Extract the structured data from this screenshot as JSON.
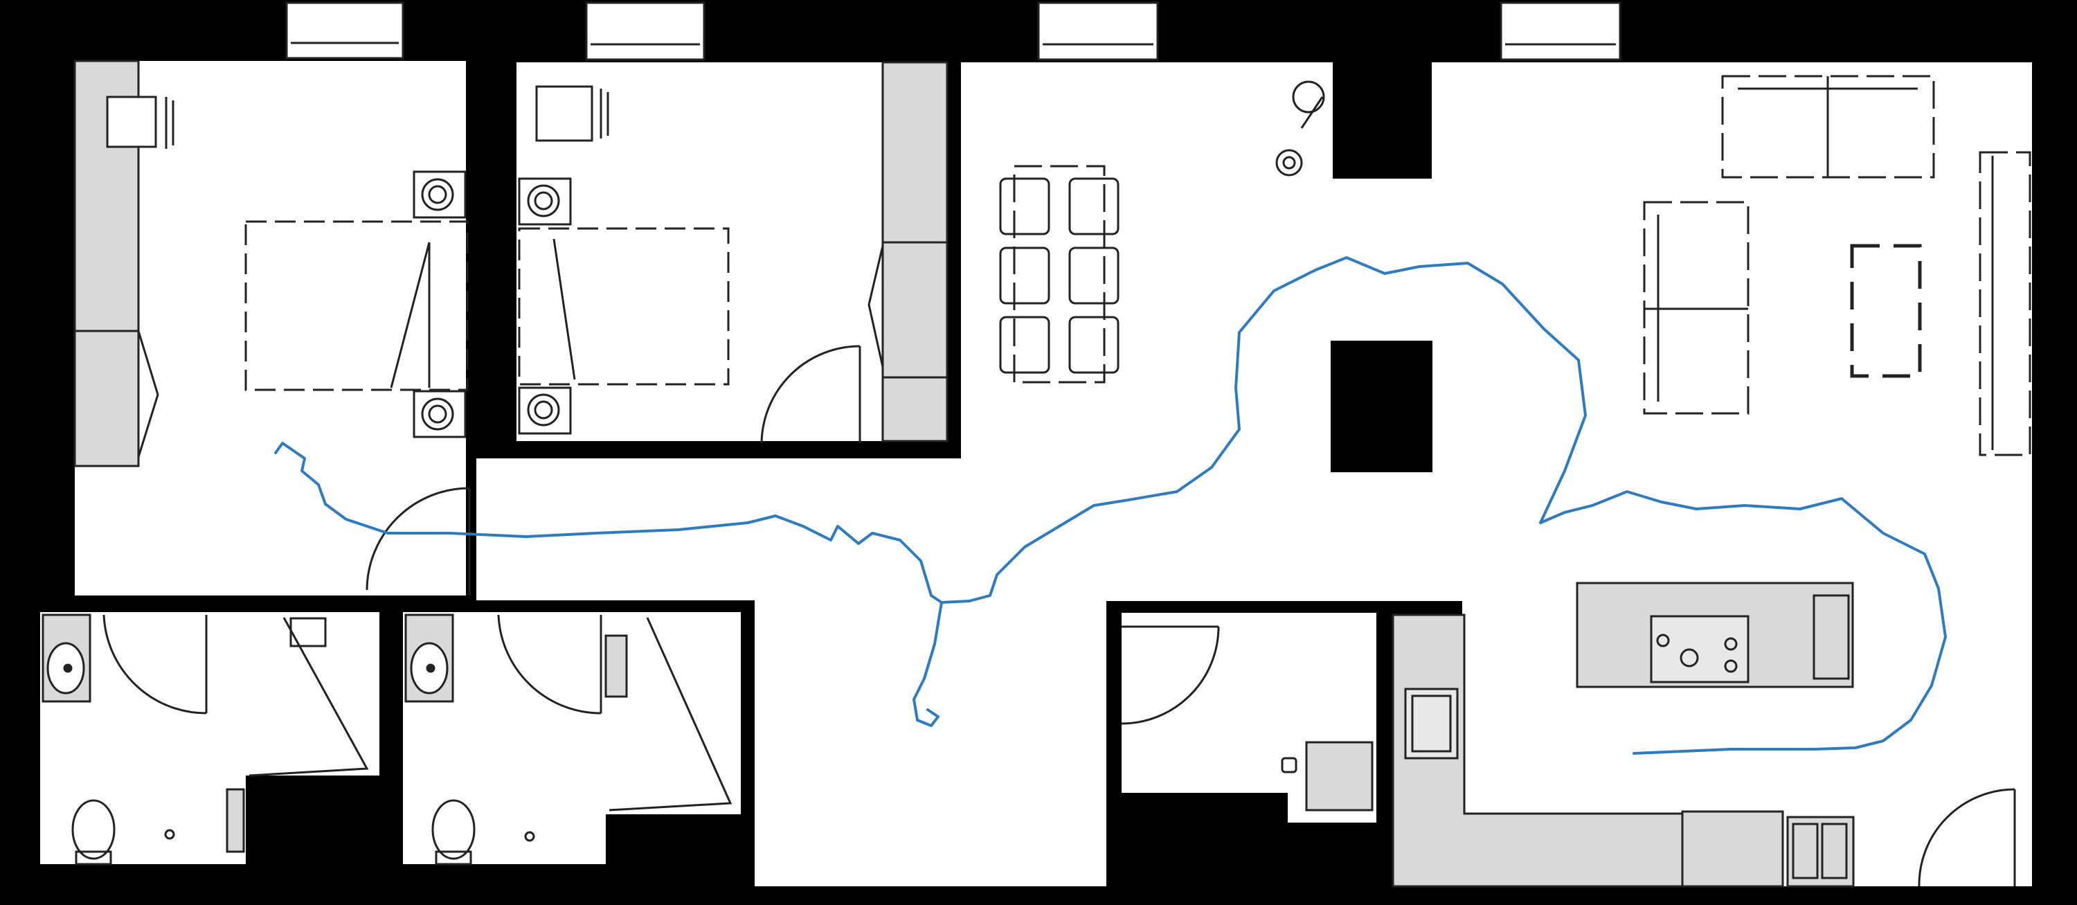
{
  "plan": {
    "colors": {
      "wall": "#000000",
      "floor": "#ffffff",
      "cabinet": "#d9d9d9",
      "line": "#222222",
      "trajectory": "#2e7bbf"
    },
    "rooms": [
      "bedroom",
      "bedroom",
      "living-dining",
      "kitchen",
      "bathroom",
      "bathroom",
      "utility"
    ],
    "furniture": [
      "bed",
      "bed",
      "dining-table",
      "sofa",
      "armchair",
      "coffee-table",
      "tv-unit",
      "kitchen-island",
      "cooktop",
      "sink",
      "toilet",
      "toilet",
      "washbasin",
      "washbasin",
      "wardrobe",
      "wardrobe",
      "nightstand",
      "nightstand",
      "nightstand",
      "nightstand",
      "desk-chair",
      "desk-chair",
      "washing-machine"
    ],
    "trajectory": {
      "label": "",
      "points": [
        [
          398,
          654
        ],
        [
          408,
          640
        ],
        [
          440,
          662
        ],
        [
          436,
          680
        ],
        [
          460,
          700
        ],
        [
          470,
          728
        ],
        [
          500,
          750
        ],
        [
          560,
          770
        ],
        [
          650,
          770
        ],
        [
          760,
          775
        ],
        [
          860,
          770
        ],
        [
          980,
          765
        ],
        [
          1080,
          755
        ],
        [
          1120,
          745
        ],
        [
          1160,
          760
        ],
        [
          1200,
          780
        ],
        [
          1210,
          760
        ],
        [
          1240,
          785
        ],
        [
          1260,
          770
        ],
        [
          1300,
          780
        ],
        [
          1330,
          810
        ],
        [
          1345,
          860
        ],
        [
          1360,
          870
        ],
        [
          1400,
          868
        ],
        [
          1430,
          860
        ],
        [
          1440,
          830
        ],
        [
          1480,
          790
        ],
        [
          1530,
          760
        ],
        [
          1580,
          730
        ],
        [
          1630,
          722
        ],
        [
          1700,
          710
        ],
        [
          1750,
          675
        ],
        [
          1790,
          620
        ],
        [
          1785,
          560
        ],
        [
          1790,
          480
        ],
        [
          1840,
          420
        ],
        [
          1900,
          390
        ],
        [
          1945,
          372
        ],
        [
          2000,
          395
        ],
        [
          2050,
          385
        ],
        [
          2120,
          380
        ],
        [
          2170,
          410
        ],
        [
          2230,
          475
        ],
        [
          2280,
          520
        ],
        [
          2290,
          600
        ],
        [
          2260,
          680
        ],
        [
          2225,
          755
        ],
        [
          2260,
          740
        ],
        [
          2300,
          730
        ],
        [
          2350,
          710
        ],
        [
          2400,
          725
        ],
        [
          2450,
          735
        ],
        [
          2520,
          730
        ],
        [
          2600,
          735
        ],
        [
          2660,
          720
        ],
        [
          2720,
          770
        ],
        [
          2780,
          800
        ],
        [
          2800,
          850
        ],
        [
          2810,
          920
        ],
        [
          2790,
          990
        ],
        [
          2760,
          1040
        ],
        [
          2720,
          1070
        ],
        [
          2680,
          1080
        ],
        [
          2620,
          1082
        ],
        [
          2500,
          1082
        ],
        [
          2360,
          1088
        ]
      ],
      "tail": [
        [
          1360,
          870
        ],
        [
          1350,
          930
        ],
        [
          1335,
          980
        ],
        [
          1320,
          1010
        ],
        [
          1325,
          1040
        ],
        [
          1345,
          1048
        ],
        [
          1355,
          1035
        ],
        [
          1340,
          1025
        ]
      ]
    }
  }
}
